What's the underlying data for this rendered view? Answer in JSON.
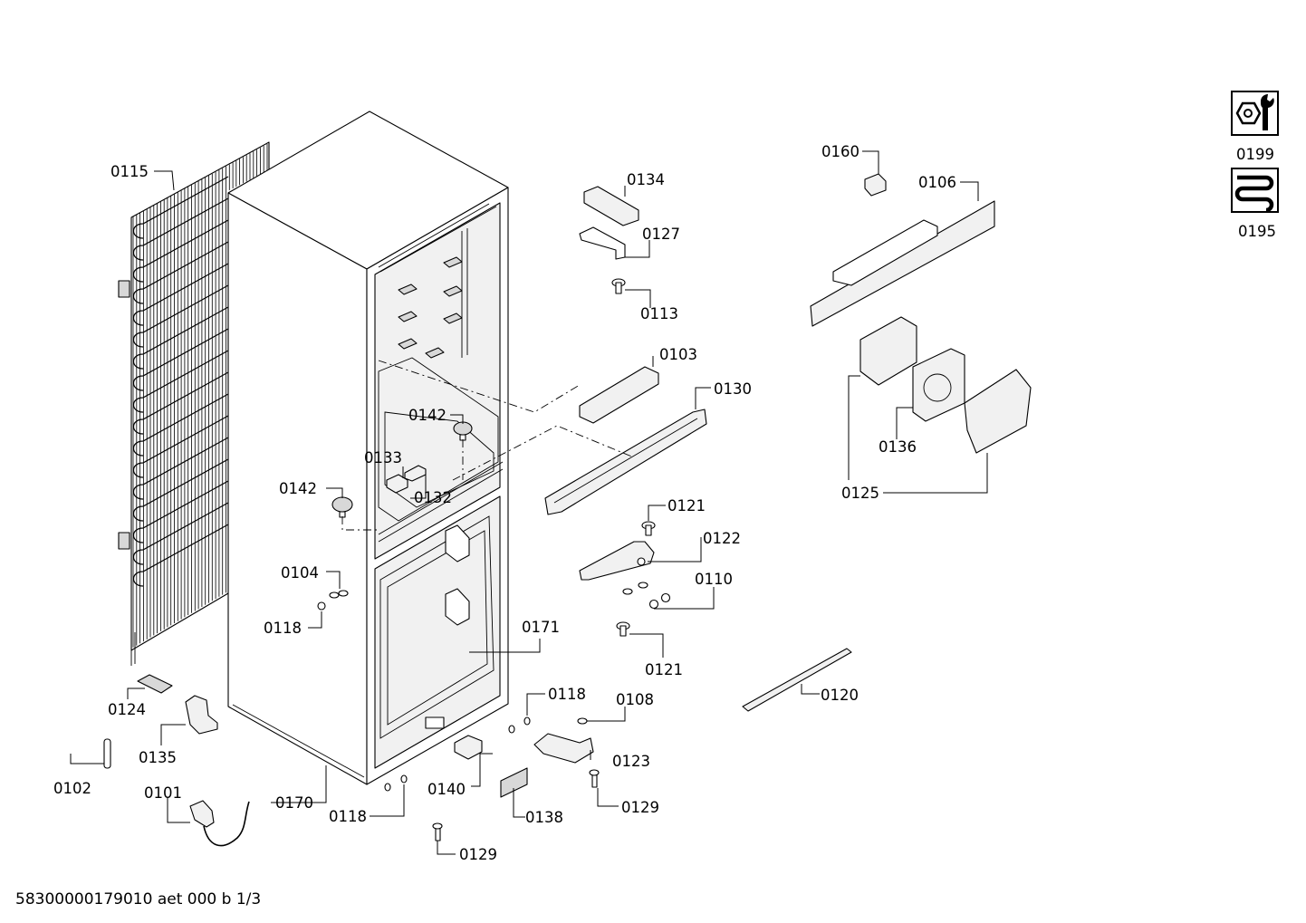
{
  "labels": {
    "p0101": "0101",
    "p0102": "0102",
    "p0103": "0103",
    "p0104": "0104",
    "p0106": "0106",
    "p0108": "0108",
    "p0110": "0110",
    "p0113": "0113",
    "p0115": "0115",
    "p0118a": "0118",
    "p0118b": "0118",
    "p0118c": "0118",
    "p0120": "0120",
    "p0121a": "0121",
    "p0121b": "0121",
    "p0122": "0122",
    "p0123": "0123",
    "p0124": "0124",
    "p0125": "0125",
    "p0127": "0127",
    "p0129a": "0129",
    "p0129b": "0129",
    "p0130": "0130",
    "p0132": "0132",
    "p0133": "0133",
    "p0134": "0134",
    "p0135": "0135",
    "p0136": "0136",
    "p0138": "0138",
    "p0140": "0140",
    "p0142a": "0142",
    "p0142b": "0142",
    "p0160": "0160",
    "p0170": "0170",
    "p0171": "0171",
    "p0195": "0195",
    "p0199": "0199"
  },
  "footer": "58300000179010 aet 000 b 1/3",
  "icons": [
    "wrench-nut-icon",
    "heating-coil-icon"
  ]
}
